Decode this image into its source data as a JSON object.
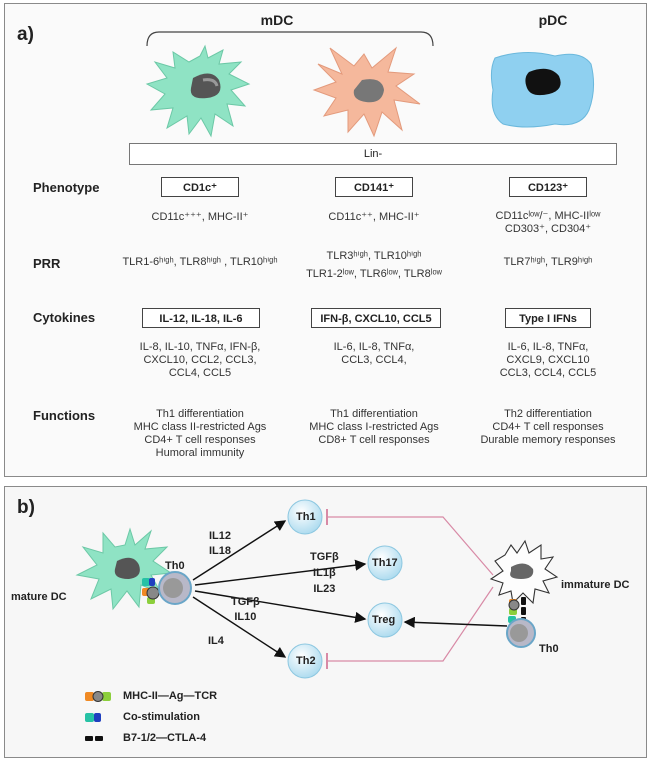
{
  "panel_a": {
    "letter": "a)",
    "mdc_label": "mDC",
    "pdc_label": "pDC",
    "lin_label": "Lin-",
    "rows": {
      "phenotype": "Phenotype",
      "prr": "PRR",
      "cytokines": "Cytokines",
      "functions": "Functions"
    },
    "columns": [
      {
        "phenotype_box": "CD1c⁺",
        "phenotype_text": [
          "CD11c⁺⁺⁺, MHC-II⁺"
        ],
        "prr_text": [
          "TLR1-6ʰⁱᵍʰ, TLR8ʰⁱᵍʰ , TLR10ʰⁱᵍʰ"
        ],
        "cytokine_box": "IL-12, IL-18, IL-6",
        "cytokine_text": [
          "IL-8, IL-10, TNFα, IFN-β,",
          "CXCL10, CCL2, CCL3,",
          "CCL4, CCL5"
        ],
        "function_text": [
          "Th1 differentiation",
          "MHC class II-restricted Ags",
          "CD4+ T cell responses",
          "Humoral immunity"
        ]
      },
      {
        "phenotype_box": "CD141⁺",
        "phenotype_text": [
          "CD11c⁺⁺, MHC-II⁺"
        ],
        "prr_text": [
          "TLR3ʰⁱᵍʰ, TLR10ʰⁱᵍʰ",
          "TLR1-2ˡᵒʷ, TLR6ˡᵒʷ, TLR8ˡᵒʷ"
        ],
        "cytokine_box": "IFN-β, CXCL10, CCL5",
        "cytokine_text": [
          "IL-6, IL-8, TNFα,",
          "CCL3, CCL4,"
        ],
        "function_text": [
          "Th1 differentiation",
          "MHC class I-restricted Ags",
          "CD8+ T cell responses"
        ]
      },
      {
        "phenotype_box": "CD123⁺",
        "phenotype_text": [
          "CD11cˡᵒʷ/⁻, MHC-IIˡᵒʷ",
          "CD303⁺, CD304⁺"
        ],
        "prr_text": [
          "TLR7ʰⁱᵍʰ, TLR9ʰⁱᵍʰ"
        ],
        "cytokine_box": "Type I IFNs",
        "cytokine_text": [
          "IL-6, IL-8, TNFα,",
          "CXCL9, CXCL10",
          "CCL3, CCL4, CCL5"
        ],
        "function_text": [
          "Th2 differentiation",
          "CD4+ T cell responses",
          "Durable memory responses"
        ]
      }
    ]
  },
  "panel_b": {
    "letter": "b)",
    "mature_dc": "mature DC",
    "immature_dc": "immature DC",
    "th0_left": "Th0",
    "th0_right": "Th0",
    "nodes": {
      "th1": "Th1",
      "th17": "Th17",
      "treg": "Treg",
      "th2": "Th2"
    },
    "cytokines": {
      "th1": [
        "IL12",
        "IL18"
      ],
      "th17": [
        "TGFβ",
        "IL1β",
        "IL23"
      ],
      "treg": [
        "TGFβ",
        "IL10"
      ],
      "th2": [
        "IL4"
      ]
    },
    "legend": [
      {
        "label": "MHC-II—Ag—TCR",
        "icon": "mhc-tcr-icon"
      },
      {
        "label": "Co-stimulation",
        "icon": "costimulation-icon"
      },
      {
        "label": "B7-1/2—CTLA-4",
        "icon": "b7-ctla4-icon"
      }
    ],
    "colors": {
      "mdc_green": "#8fe3c4",
      "mdc_peach": "#f5b89c",
      "pdc_blue": "#8fd0f0",
      "tcell_fill": "#b9e2f0",
      "inhibit_line": "#d88aa6",
      "orange": "#f08a24",
      "green": "#8ccf3c",
      "teal": "#27c2a5",
      "blue": "#1f3fbf"
    }
  }
}
